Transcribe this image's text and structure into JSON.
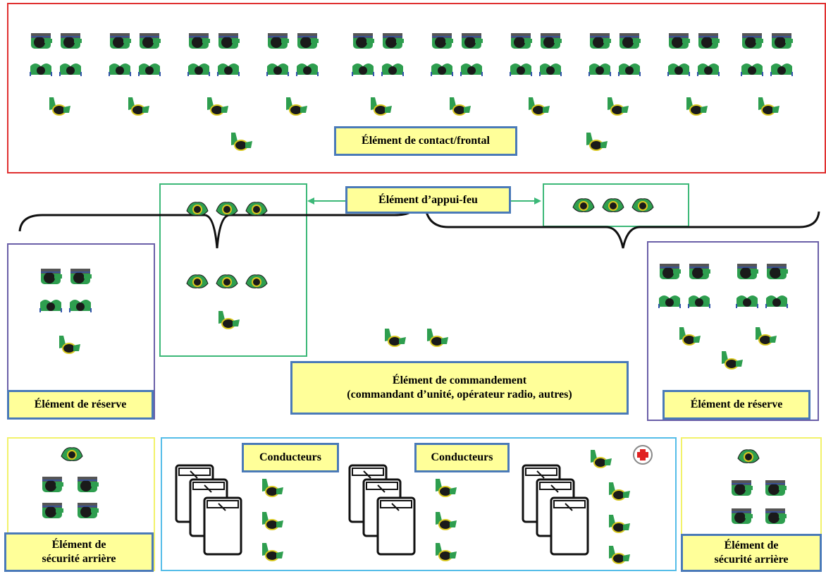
{
  "labels": {
    "contact": "Élément de contact/frontal",
    "appui": "Élément d’appui-feu",
    "reserve_left": "Élément de réserve",
    "reserve_right": "Élément de réserve",
    "commandement_line1": "Élément de commandement",
    "commandement_line2": "(commandant d’unité, opérateur radio, autres)",
    "conducteurs_1": "Conducteurs",
    "conducteurs_2": "Conducteurs",
    "securite_left_line1": "Élément de",
    "securite_left_line2": "sécurité arrière",
    "securite_right_line1": "Élément de",
    "securite_right_line2": "sécurité arrière"
  },
  "colors": {
    "contact_border": "#e03030",
    "appui_border": "#3cb878",
    "reserve_border": "#6a5fa8",
    "securite_border": "#f2f26a",
    "vehicle_border": "#55bde8",
    "label_fill": "#ffff99",
    "label_border": "#4a7ab8",
    "soldier_green": "#2e9e4f",
    "soldier_dark": "#1a1a1a",
    "medic_red": "#e02020"
  },
  "icons": [
    "soldier-prone-icon",
    "soldier-kneeling-icon",
    "soldier-crouching-icon",
    "soldier-firing-icon",
    "soldier-standing-icon",
    "vehicle-icon",
    "medical-cross-icon"
  ]
}
